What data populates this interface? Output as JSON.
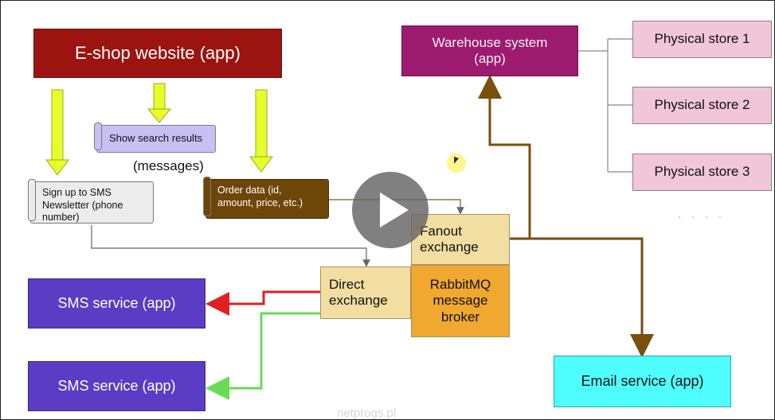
{
  "boxes": {
    "eshop": "E-shop website (app)",
    "warehouse_line1": "Warehouse system",
    "warehouse_line2": "(app)",
    "store1": "Physical store 1",
    "store2": "Physical store 2",
    "store3": "Physical store 3",
    "store_more": ". . . .",
    "sms1": "SMS service (app)",
    "sms2": "SMS service (app)",
    "email": "Email service (app)",
    "fanout_line1": "Fanout",
    "fanout_line2": "exchange",
    "rabbit_line1": "RabbitMQ",
    "rabbit_line2": "message",
    "rabbit_line3": "broker",
    "direct_line1": "Direct",
    "direct_line2": "exchange"
  },
  "messages": {
    "label": "(messages)",
    "search": "Show search results",
    "newsletter": "Sign up to SMS Newsletter (phone number)",
    "order": "Order data (id, amount, price, etc.)"
  },
  "watermark": "netprogs.pl",
  "colors": {
    "eshop": "#9b1410",
    "warehouse": "#9d1b6e",
    "store": "#f0c6d8",
    "sms": "#5b3cc4",
    "email": "#4fffff",
    "exchange": "#f1dea0",
    "broker": "#f0a830",
    "order_scroll": "#6e4608",
    "search_scroll": "#c8c0f2",
    "arrow_yellow": "#e6ff2a",
    "arrow_brown": "#7a4e0c",
    "arrow_red": "#e02020",
    "arrow_green": "#66dd55"
  },
  "icons": {
    "play": "play-icon",
    "cursor": "cursor-pointer-icon"
  }
}
